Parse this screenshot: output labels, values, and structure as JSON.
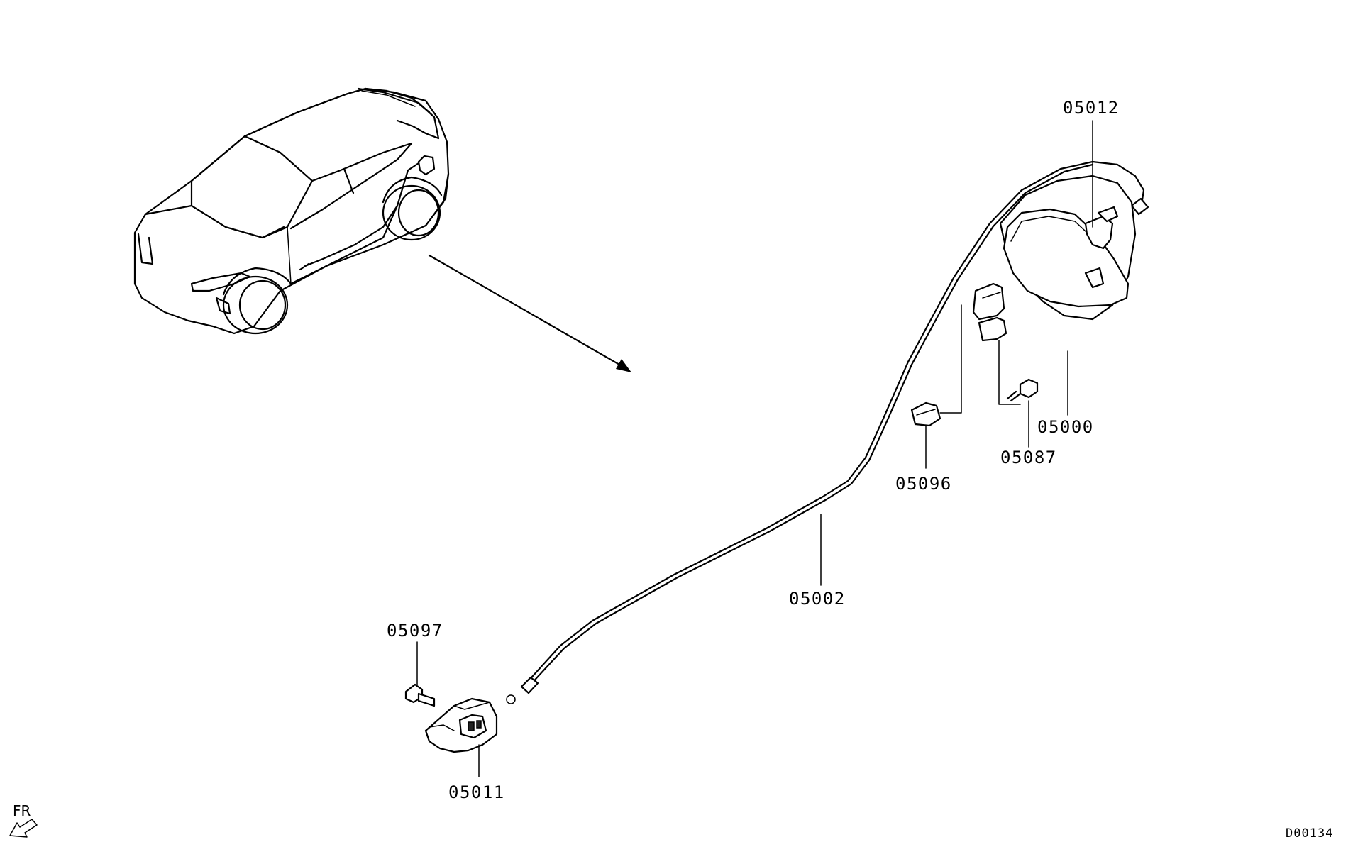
{
  "parts": [
    {
      "id": "05012",
      "label": "05012"
    },
    {
      "id": "05000",
      "label": "05000"
    },
    {
      "id": "05087",
      "label": "05087"
    },
    {
      "id": "05096",
      "label": "05096"
    },
    {
      "id": "05002",
      "label": "05002"
    },
    {
      "id": "05097",
      "label": "05097"
    },
    {
      "id": "05011",
      "label": "05011"
    }
  ],
  "orientation": {
    "label": "FR",
    "icon": "front-direction-arrow-icon"
  },
  "diagram_code": "D00134"
}
